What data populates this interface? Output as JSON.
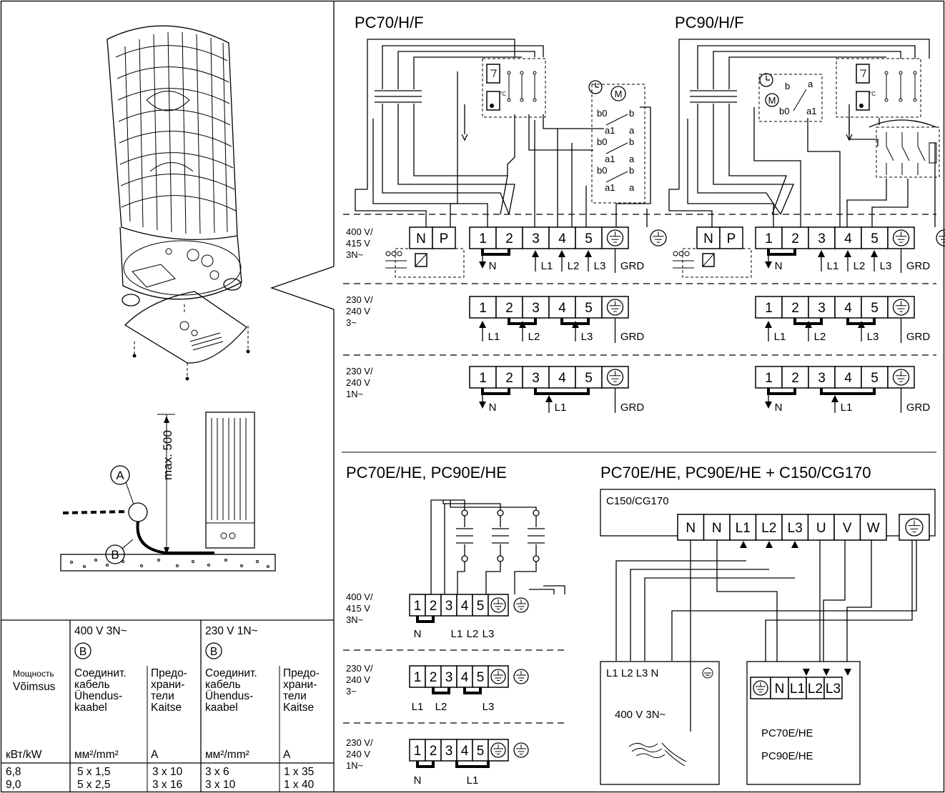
{
  "titles": {
    "pc70hf": "PC70/H/F",
    "pc90hf": "PC90/H/F",
    "pce_left": "PC70E/HE, PC90E/HE",
    "pce_right": "PC70E/HE, PC90E/HE + C150/CG170"
  },
  "terminals": {
    "np": [
      "N",
      "P"
    ],
    "main": [
      "1",
      "2",
      "3",
      "4",
      "5"
    ],
    "c150": [
      "N",
      "N",
      "L1",
      "L2",
      "L3",
      "U",
      "V",
      "W"
    ],
    "heater": [
      "N",
      "L1",
      "L2",
      "L3"
    ]
  },
  "supply": {
    "v400": [
      "400 V/",
      "415 V",
      "3N~"
    ],
    "v230_3": [
      "230 V/",
      "240 V",
      "3~"
    ],
    "v230_1": [
      "230 V/",
      "240 V",
      "1N~"
    ]
  },
  "labels": {
    "N": "N",
    "L1": "L1",
    "L2": "L2",
    "L3": "L3",
    "GRD": "GRD",
    "celsius": "°C",
    "motor": "M",
    "sw_b0": "b0",
    "sw_b": "b",
    "sw_a1": "a1",
    "sw_a": "a",
    "c150_box": "C150/CG170",
    "supply_terms": "L1 L2 L3 N",
    "supply_voltage": "400 V 3N~",
    "heater_model1": "PC70E/HE",
    "heater_model2": "PC90E/HE",
    "max_dist": "max. 500",
    "callout_a": "A",
    "callout_b": "B"
  },
  "table": {
    "hdr_400": "400 V 3N~",
    "hdr_230": "230 V 1N~",
    "circle_b": "B",
    "power_ru": "Мощность",
    "power_et": "Võimsus",
    "cable": [
      "Соединит.",
      "кабель",
      "Ühendus-",
      "kaabel"
    ],
    "fuse": [
      "Предо-",
      "храни-",
      "тели",
      "Kaitse"
    ],
    "unit_kw": "кВт/kW",
    "unit_mm": "мм²/mm²",
    "unit_a": "A",
    "rows": [
      [
        "6,8",
        "5 x 1,5",
        "3 x 10",
        "3 x 6",
        "1 x 35"
      ],
      [
        "9,0",
        "5 x 2,5",
        "3 x 16",
        "3 x 10",
        "1 x 40"
      ]
    ]
  }
}
